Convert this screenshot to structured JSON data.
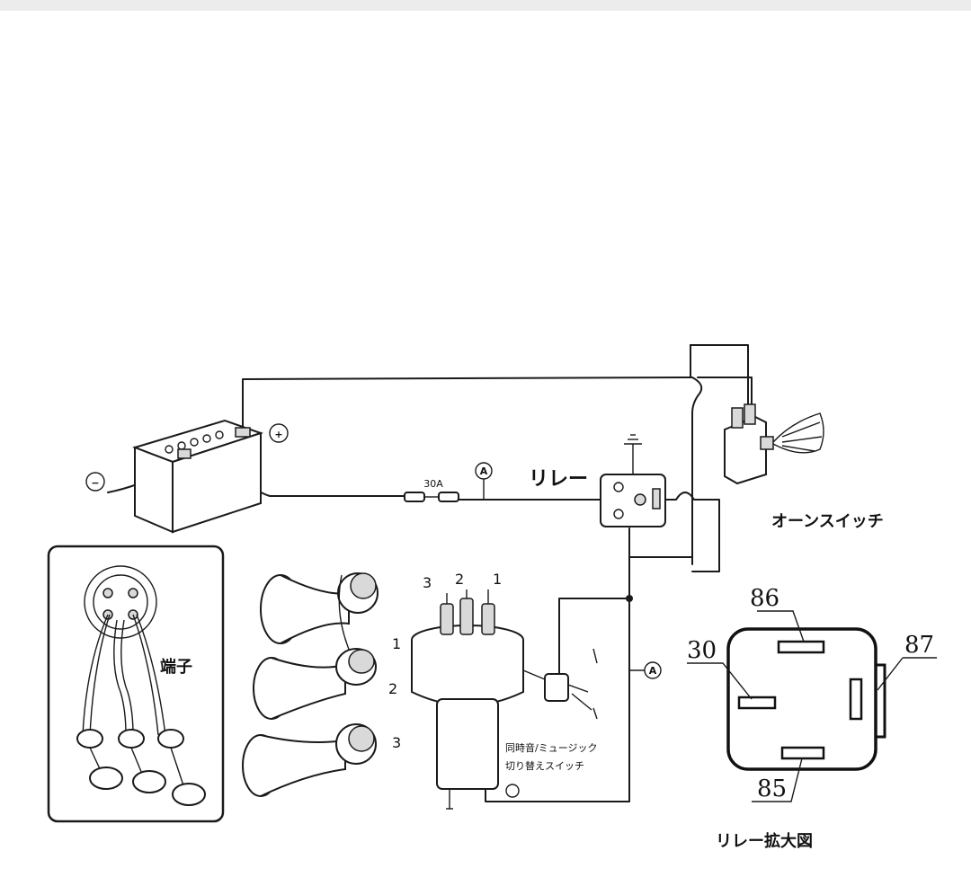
{
  "labels": {
    "relay": "リレー",
    "horn_switch": "オーンスイッチ",
    "terminal": "端子",
    "relay_enlarged": "リレー拡大図",
    "switch_line1": "同時音/ミュージック",
    "switch_line2": "切り替えスイッチ",
    "fuse": "30A",
    "ammeter_symbol": "A",
    "minus_symbol": "−",
    "plus_symbol": "+"
  },
  "compressor_ports": [
    "3",
    "2",
    "1"
  ],
  "horn_numbers": [
    "1",
    "2",
    "3"
  ],
  "relay_pins": {
    "p86": "86",
    "p30": "30",
    "p87": "87",
    "p85": "85"
  }
}
